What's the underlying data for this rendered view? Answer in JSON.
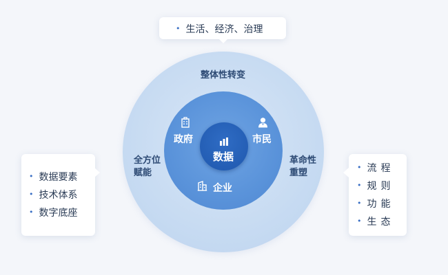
{
  "diagram": {
    "core": "数据",
    "middle": {
      "government": "政府",
      "citizens": "市民",
      "enterprise": "企业"
    },
    "outer": {
      "top": "整体性转变",
      "left_line1": "全方位",
      "left_line2": "赋能",
      "right_line1": "革命性",
      "right_line2": "重塑"
    },
    "callout_top": {
      "items": [
        "生活、经济、治理"
      ]
    },
    "callout_left": {
      "items": [
        "数据要素",
        "技术体系",
        "数字底座"
      ]
    },
    "callout_right": {
      "items": [
        "流程",
        "规则",
        "功能",
        "生态"
      ]
    },
    "colors": {
      "outer_ring": "#c7dbf2",
      "middle_ring": "#5a93da",
      "inner_core": "#1f58ae",
      "bullet": "#3a6fc4"
    },
    "icons": [
      "building-icon",
      "person-icon",
      "bar-chart-icon",
      "enterprise-building-icon"
    ]
  }
}
